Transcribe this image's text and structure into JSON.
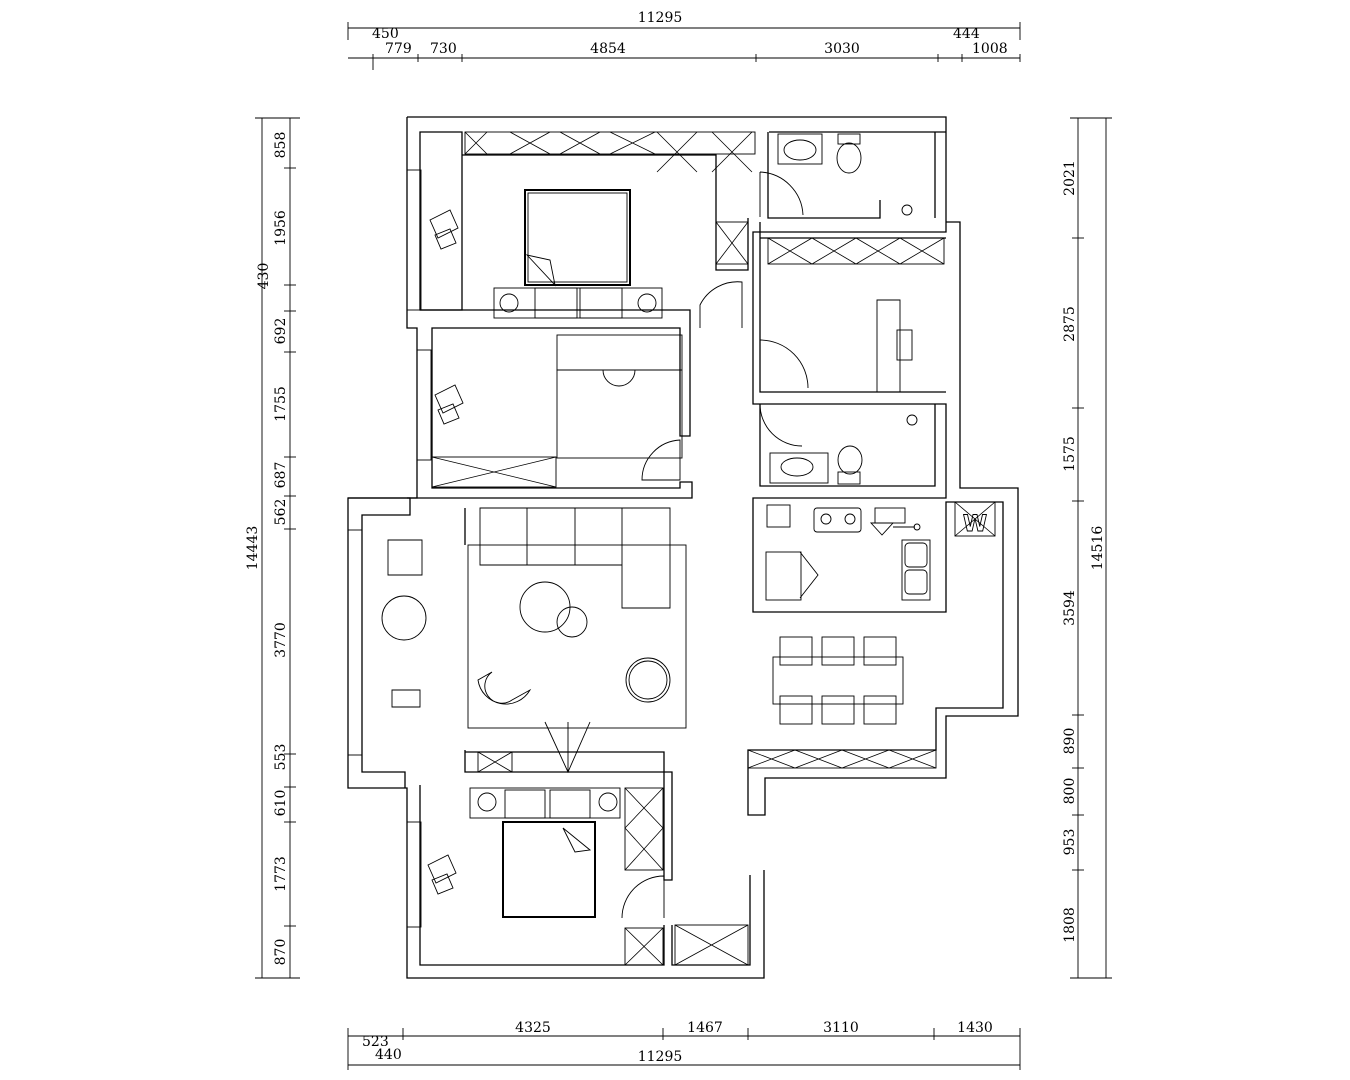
{
  "drawing": {
    "top_dimensions": {
      "total": "11295",
      "segments": [
        "450",
        "779",
        "730",
        "4854",
        "3030",
        "444",
        "1008"
      ]
    },
    "bottom_dimensions": {
      "total": "11295",
      "segments": [
        "523",
        "440",
        "4325",
        "1467",
        "3110",
        "1430"
      ]
    },
    "left_dimensions": {
      "total": "14443",
      "segments": [
        "858",
        "1956",
        "430",
        "692",
        "1755",
        "687",
        "562",
        "3770",
        "553",
        "610",
        "1773",
        "870"
      ]
    },
    "right_dimensions": {
      "total": "14516",
      "segments": [
        "2021",
        "2875",
        "1575",
        "3594",
        "890",
        "800",
        "953",
        "1808"
      ]
    },
    "washer_label": "W"
  }
}
